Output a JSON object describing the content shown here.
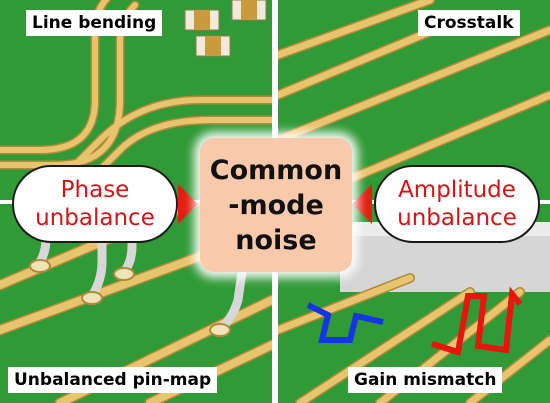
{
  "colors": {
    "board_green": "#2f9a36",
    "board_green_dark": "#22802b",
    "trace_gold": "#e8c46f",
    "trace_edge": "#b08a3a",
    "pill_text_red": "#d21515",
    "arrow_red": "#e02010",
    "center_fill": "#f8c9ab",
    "signal_blue": "#1435e6",
    "signal_red": "#e8140e"
  },
  "quadrants": {
    "top_left": "Line bending",
    "top_right": "Crosstalk",
    "bottom_left": "Unbalanced pin-map",
    "bottom_right": "Gain mismatch"
  },
  "center": {
    "line1": "Common",
    "line2": "-mode",
    "line3": "noise"
  },
  "left_pill": {
    "line1": "Phase",
    "line2": "unbalance"
  },
  "right_pill": {
    "line1": "Amplitude",
    "line2": "unbalance"
  },
  "icons": {
    "left_arrow": "triangle-arrow-right",
    "right_arrow": "triangle-arrow-left",
    "blue_wave": "square-wave-icon",
    "red_wave": "square-wave-icon"
  }
}
